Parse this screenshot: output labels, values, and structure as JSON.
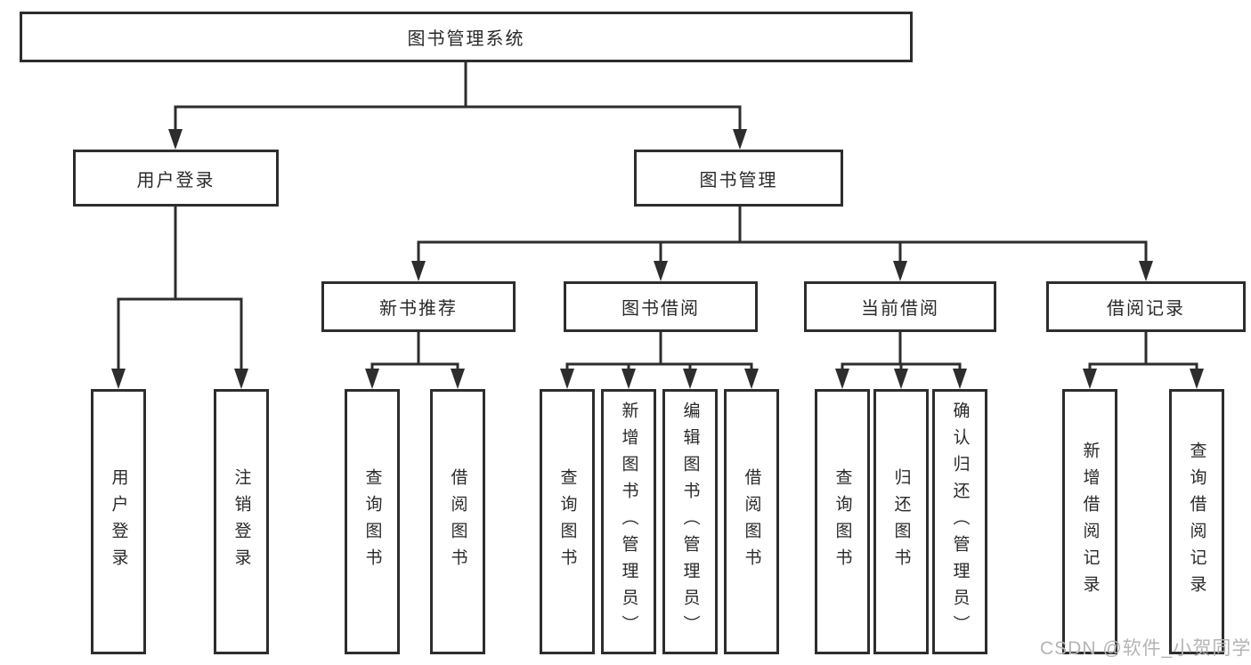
{
  "diagram_title": "图书管理系统",
  "colors": {
    "line": "#2d2d2d",
    "box_border": "#2d2d2d",
    "text": "#2a2a2a",
    "background": "#ffffff",
    "watermark": "#b4b4b4"
  },
  "tree": {
    "root": {
      "label": "图书管理系统"
    },
    "children": [
      {
        "label": "用户登录",
        "children": [
          {
            "label": "用户登录"
          },
          {
            "label": "注销登录"
          }
        ]
      },
      {
        "label": "图书管理",
        "children": [
          {
            "label": "新书推荐",
            "children": [
              {
                "label": "查询图书"
              },
              {
                "label": "借阅图书"
              }
            ]
          },
          {
            "label": "图书借阅",
            "children": [
              {
                "label": "查询图书"
              },
              {
                "label": "新增图书（管理员）"
              },
              {
                "label": "编辑图书（管理员）"
              },
              {
                "label": "借阅图书"
              }
            ]
          },
          {
            "label": "当前借阅",
            "children": [
              {
                "label": "查询图书"
              },
              {
                "label": "归还图书"
              },
              {
                "label": "确认归还（管理员）"
              }
            ]
          },
          {
            "label": "借阅记录",
            "children": [
              {
                "label": "新增借阅记录"
              },
              {
                "label": "查询借阅记录"
              }
            ]
          }
        ]
      }
    ]
  },
  "watermark": "CSDN @软件_小贺同学"
}
